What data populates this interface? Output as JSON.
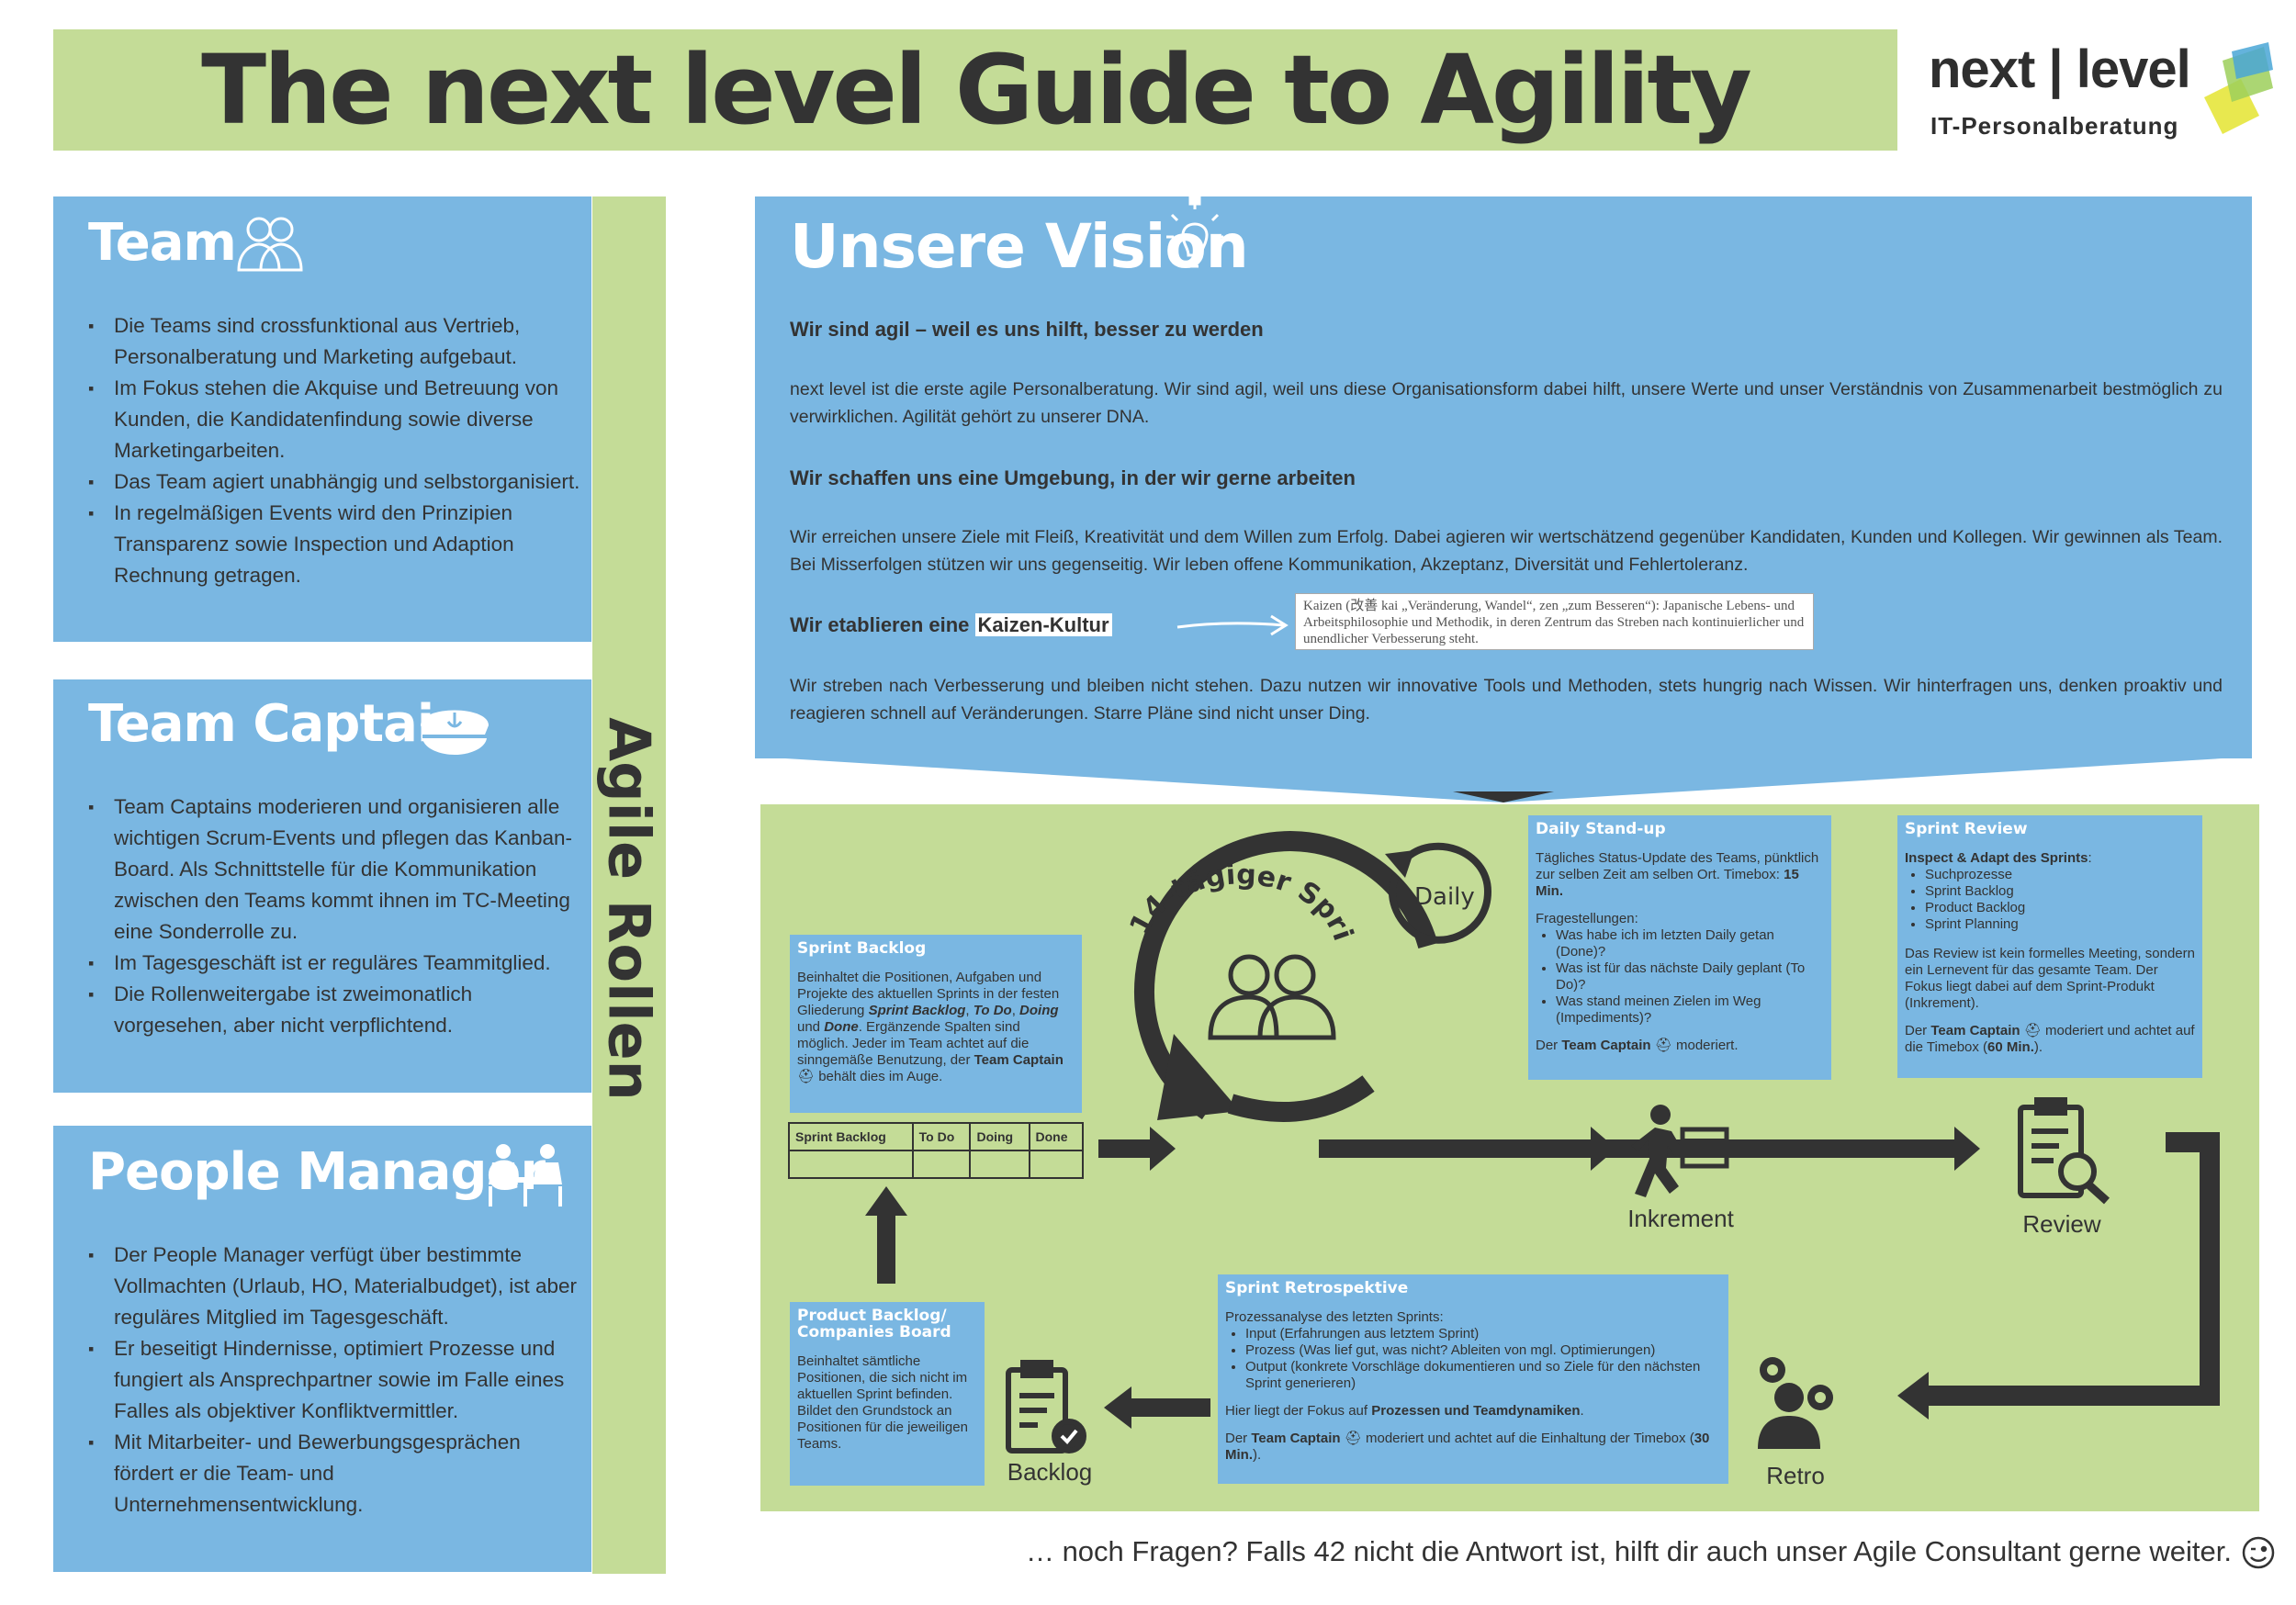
{
  "header": {
    "title": "The next level Guide to Agility",
    "logo_name": "next | level",
    "logo_sub": "IT-Personalberatung"
  },
  "roles": {
    "spine_label": "Agile Rollen",
    "team": {
      "title": "Team",
      "items": [
        "Die Teams sind crossfunktional aus Vertrieb, Personalberatung und Marketing aufgebaut.",
        "Im Fokus stehen die Akquise und Betreuung von Kunden, die Kandidatenfindung sowie diverse Marketingarbeiten.",
        "Das Team agiert unabhängig und selbstorganisiert.",
        "In regelmäßigen Events wird den Prinzipien Transparenz sowie Inspection und Adaption Rechnung getragen."
      ]
    },
    "captain": {
      "title": "Team Captain",
      "items": [
        "Team Captains moderieren und organisieren alle wichtigen Scrum-Events und pflegen das Kanban-Board. Als Schnittstelle für die Kommunikation zwischen den Teams kommt ihnen im TC-Meeting eine Sonderrolle zu.",
        "Im Tagesgeschäft ist er reguläres Teammitglied.",
        "Die Rollenweitergabe ist zweimonatlich vorgesehen, aber nicht verpflichtend."
      ]
    },
    "pm": {
      "title": "People Manager",
      "items": [
        "Der People Manager verfügt über bestimmte Vollmachten (Urlaub, HO, Materialbudget), ist aber reguläres Mitglied im Tagesgeschäft.",
        "Er beseitigt Hindernisse, optimiert Prozesse und fungiert als Ansprechpartner sowie im Falle eines Falles als objektiver Konfliktvermittler.",
        "Mit Mitarbeiter- und Bewerbungsgesprächen fördert er die Team- und Unternehmensentwicklung."
      ]
    }
  },
  "vision": {
    "title": "Unsere Vision",
    "head1": "Wir sind agil – weil es uns hilft, besser zu werden",
    "text1": "next level ist die erste agile Personalberatung. Wir sind agil, weil uns diese Organisationsform dabei hilft, unsere Werte und unser Verständnis von Zusammenarbeit bestmöglich zu verwirklichen. Agilität gehört zu unserer DNA.",
    "head2": "Wir schaffen uns eine Umgebung, in der wir gerne arbeiten",
    "text2": "Wir erreichen unsere Ziele mit Fleiß, Kreativität und dem Willen zum Erfolg. Dabei agieren wir wertschätzend gegenüber Kandidaten, Kunden und Kollegen. Wir gewinnen als Team. Bei Misserfolgen stützen wir uns gegenseitig. Wir leben offene Kommunikation, Akzeptanz, Diversität und Fehlertoleranz.",
    "head3_prefix": "Wir etablieren eine",
    "head3_highlight": "Kaizen-Kultur",
    "kaizen_definition": "Kaizen (改善 kai „Veränderung, Wandel“, zen „zum Besseren“): Japanische Lebens- und Arbeitsphilosophie und Methodik, in deren Zentrum das Streben nach kontinuierlicher und unendlicher Verbesserung steht.",
    "text3": "Wir streben nach Verbesserung und bleiben nicht stehen. Dazu nutzen wir innovative Tools und Methoden, stets hungrig nach Wissen. Wir hinterfragen uns, denken proaktiv und reagieren schnell auf Veränderungen. Starre Pläne sind nicht unser Ding."
  },
  "process": {
    "sprint_label": "14-tägiger Sprint",
    "daily_label": "Daily",
    "sprint_backlog": {
      "title": "Sprint Backlog",
      "text_a": "Beinhaltet die Positionen, Aufgaben und Projekte des aktuellen Sprints in der festen Gliederung ",
      "bold1": "Sprint Backlog",
      "sep1": ", ",
      "bold2": "To Do",
      "sep2": ", ",
      "bold3": "Doing",
      "sep3": " und ",
      "bold4": "Done",
      "text_b": ". Ergänzende Spalten sind möglich. Jeder im Team achtet auf die sinngemäße Benutzung, der ",
      "bold5": "Team Captain",
      "text_c": " behält dies im Auge."
    },
    "kanban_headers": [
      "Sprint Backlog",
      "To Do",
      "Doing",
      "Done"
    ],
    "daily_standup": {
      "title": "Daily Stand-up",
      "text1": "Tägliches Status-Update des Teams, pünktlich zur selben Zeit am selben Ort. Timebox: ",
      "timebox": "15 Min.",
      "questions_label": "Fragestellungen:",
      "questions": [
        "Was habe ich im letzten Daily getan (Done)?",
        "Was ist für das nächste Daily geplant (To Do)?",
        "Was stand meinen Zielen im Weg (Impediments)?"
      ],
      "footer_a": "Der ",
      "footer_bold": "Team Captain",
      "footer_b": " moderiert."
    },
    "sprint_review": {
      "title": "Sprint Review",
      "subtitle_bold": "Inspect & Adapt des Sprints",
      "subtitle_after": ":",
      "items": [
        "Suchprozesse",
        "Sprint Backlog",
        "Product Backlog",
        "Sprint Planning"
      ],
      "text": "Das Review ist kein formelles Meeting, sondern ein Lernevent für das gesamte Team. Der Fokus liegt dabei auf dem Sprint-Produkt (Inkrement).",
      "footer_a": "Der ",
      "footer_bold": "Team Captain",
      "footer_b": " moderiert und achtet auf die Timebox (",
      "footer_bold2": "60 Min.",
      "footer_c": ")."
    },
    "retro": {
      "title": "Sprint Retrospektive",
      "intro": "Prozessanalyse des letzten Sprints:",
      "items": [
        "Input (Erfahrungen aus letztem Sprint)",
        "Prozess (Was lief gut, was nicht? Ableiten von mgl. Optimierungen)",
        "Output (konkrete Vorschläge dokumentieren und so Ziele für den nächsten Sprint generieren)"
      ],
      "focus_a": "Hier liegt der Fokus auf ",
      "focus_bold": "Prozessen und Teamdynamiken",
      "focus_b": ".",
      "footer_a": "Der ",
      "footer_bold": "Team Captain",
      "footer_b": " moderiert und achtet auf die Einhaltung der Timebox (",
      "footer_bold2": "30 Min.",
      "footer_c": ")."
    },
    "product_backlog": {
      "title": "Product Backlog/ Companies Board",
      "text": "Beinhaltet sämtliche Positionen, die sich nicht im aktuellen Sprint befinden. Bildet den Grundstock an Positionen für die jeweiligen Teams."
    },
    "labels": {
      "inkrement": "Inkrement",
      "review": "Review",
      "retro": "Retro",
      "backlog": "Backlog"
    }
  },
  "footer": {
    "text": "… noch Fragen? Falls 42 nicht die Antwort ist, hilft dir auch unser Agile Consultant gerne weiter."
  },
  "colors": {
    "green": "#c4dc97",
    "blue": "#7ab7e2",
    "dark": "#333333"
  },
  "icons": [
    "team-icon",
    "captain-hat-icon",
    "people-manager-icon",
    "lightbulb-icon",
    "daily-cycle-icon",
    "sprint-cycle-icon",
    "inkrement-runner-icon",
    "review-clipboard-icon",
    "retro-gear-icon",
    "backlog-clipboard-icon",
    "wink-smiley-icon"
  ]
}
